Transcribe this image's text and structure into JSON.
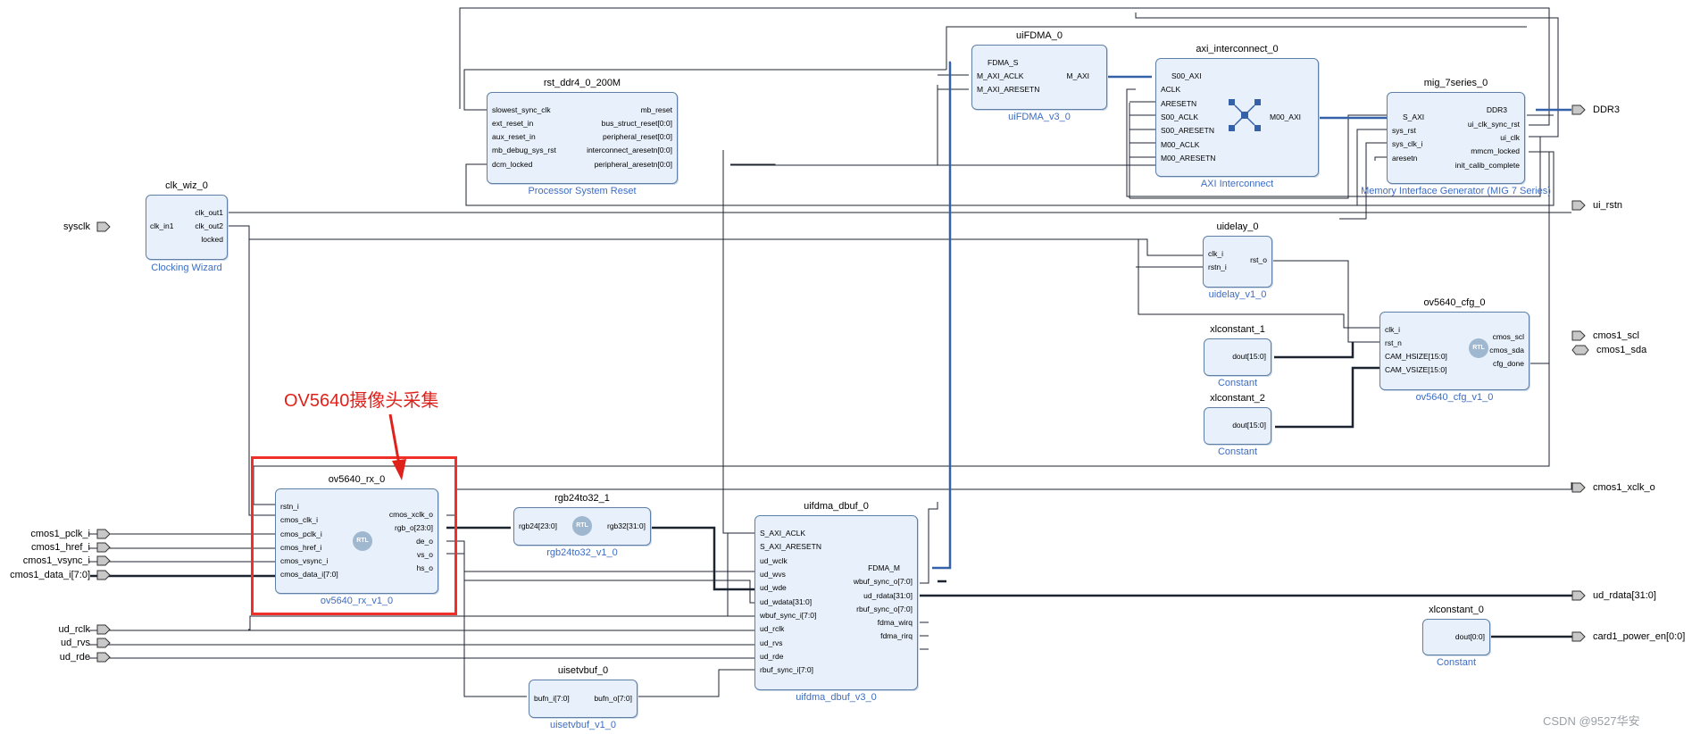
{
  "blocks": {
    "clk_wiz": {
      "name": "clk_wiz_0",
      "type": "Clocking Wizard",
      "inputs": [
        "clk_in1"
      ],
      "outputs": [
        "clk_out1",
        "clk_out2",
        "locked"
      ]
    },
    "rst": {
      "name": "rst_ddr4_0_200M",
      "type": "Processor System Reset",
      "inputs": [
        "slowest_sync_clk",
        "ext_reset_in",
        "aux_reset_in",
        "mb_debug_sys_rst",
        "dcm_locked"
      ],
      "outputs": [
        "mb_reset",
        "bus_struct_reset[0:0]",
        "peripheral_reset[0:0]",
        "interconnect_aresetn[0:0]",
        "peripheral_aresetn[0:0]"
      ]
    },
    "uifdma": {
      "name": "uiFDMA_0",
      "type": "uiFDMA_v3_0",
      "inputs": [
        "FDMA_S",
        "M_AXI_ACLK",
        "M_AXI_ARESETN"
      ],
      "outputs": [
        "M_AXI"
      ]
    },
    "axi_ic": {
      "name": "axi_interconnect_0",
      "type": "AXI Interconnect",
      "inputs": [
        "S00_AXI",
        "ACLK",
        "ARESETN",
        "S00_ACLK",
        "S00_ARESETN",
        "M00_ACLK",
        "M00_ARESETN"
      ],
      "outputs": [
        "M00_AXI"
      ]
    },
    "mig": {
      "name": "mig_7series_0",
      "type": "Memory Interface Generator (MIG 7 Series)",
      "inputs": [
        "S_AXI",
        "sys_rst",
        "sys_clk_i",
        "aresetn"
      ],
      "outputs": [
        "DDR3",
        "ui_clk_sync_rst",
        "ui_clk",
        "mmcm_locked",
        "init_calib_complete"
      ]
    },
    "uidelay": {
      "name": "uidelay_0",
      "type": "uidelay_v1_0",
      "inputs": [
        "clk_i",
        "rstn_i"
      ],
      "outputs": [
        "rst_o"
      ]
    },
    "ov_cfg": {
      "name": "ov5640_cfg_0",
      "type": "ov5640_cfg_v1_0",
      "inputs": [
        "clk_i",
        "rst_n",
        "CAM_HSIZE[15:0]",
        "CAM_VSIZE[15:0]"
      ],
      "outputs": [
        "cmos_scl",
        "cmos_sda",
        "cfg_done"
      ]
    },
    "xlc1": {
      "name": "xlconstant_1",
      "type": "Constant",
      "outputs": [
        "dout[15:0]"
      ]
    },
    "xlc2": {
      "name": "xlconstant_2",
      "type": "Constant",
      "outputs": [
        "dout[15:0]"
      ]
    },
    "ov_rx": {
      "name": "ov5640_rx_0",
      "type": "ov5640_rx_v1_0",
      "inputs": [
        "rstn_i",
        "cmos_clk_i",
        "cmos_pclk_i",
        "cmos_href_i",
        "cmos_vsync_i",
        "cmos_data_i[7:0]"
      ],
      "outputs": [
        "cmos_xclk_o",
        "rgb_o[23:0]",
        "de_o",
        "vs_o",
        "hs_o"
      ]
    },
    "rgb": {
      "name": "rgb24to32_1",
      "type": "rgb24to32_v1_0",
      "inputs": [
        "rgb24[23:0]"
      ],
      "outputs": [
        "rgb32[31:0]"
      ]
    },
    "dbuf": {
      "name": "uifdma_dbuf_0",
      "type": "uifdma_dbuf_v3_0",
      "inputs": [
        "S_AXI_ACLK",
        "S_AXI_ARESETN",
        "ud_wclk",
        "ud_wvs",
        "ud_wde",
        "ud_wdata[31:0]",
        "wbuf_sync_i[7:0]",
        "ud_rclk",
        "ud_rvs",
        "ud_rde",
        "rbuf_sync_i[7:0]"
      ],
      "outputs": [
        "FDMA_M",
        "wbuf_sync_o[7:0]",
        "ud_rdata[31:0]",
        "rbuf_sync_o[7:0]",
        "fdma_wirq",
        "fdma_rirq"
      ]
    },
    "setv": {
      "name": "uisetvbuf_0",
      "type": "uisetvbuf_v1_0",
      "inputs": [
        "bufn_i[7:0]"
      ],
      "outputs": [
        "bufn_o[7:0]"
      ]
    },
    "xlc0": {
      "name": "xlconstant_0",
      "type": "Constant",
      "outputs": [
        "dout[0:0]"
      ]
    }
  },
  "ext_ports": {
    "sysclk": "sysclk",
    "cmos1_pclk_i": "cmos1_pclk_i",
    "cmos1_href_i": "cmos1_href_i",
    "cmos1_vsync_i": "cmos1_vsync_i",
    "cmos1_data_i": "cmos1_data_i[7:0]",
    "ud_rclk": "ud_rclk",
    "ud_rvs": "ud_rvs",
    "ud_rde": "ud_rde",
    "ddr3": "DDR3",
    "ui_rstn": "ui_rstn",
    "cmos1_scl": "cmos1_scl",
    "cmos1_sda": "cmos1_sda",
    "cmos1_xclk_o": "cmos1_xclk_o",
    "ud_rdata": "ud_rdata[31:0]",
    "card1_power_en": "card1_power_en[0:0]"
  },
  "annotation": {
    "label": "OV5640摄像头采集"
  },
  "watermark": "CSDN @9527华安",
  "colors": {
    "block_fill": "#e8f1fb",
    "block_border": "#5f7fa6",
    "subtitle": "#3d6cc2",
    "bus": "#3461a8",
    "highlight": "#f03028"
  }
}
